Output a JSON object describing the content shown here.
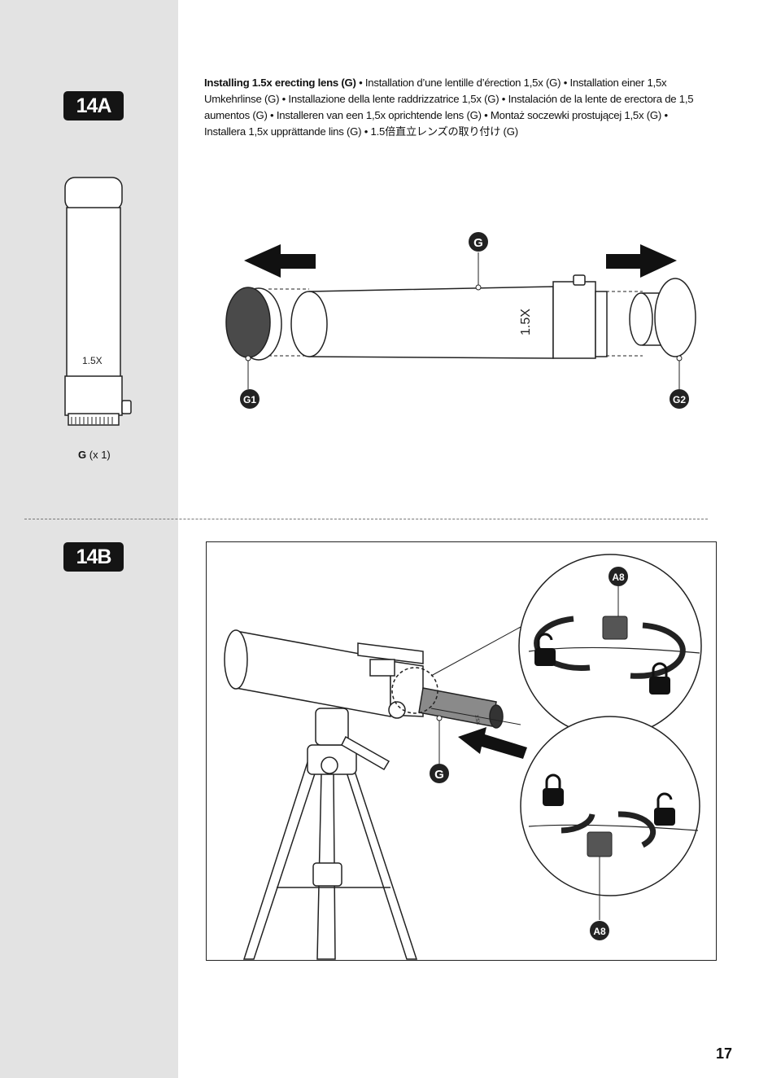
{
  "page_number": "17",
  "step_a": {
    "badge": "14A",
    "part": {
      "letter": "G",
      "count": "(x 1)",
      "tube_text": "1.5X"
    },
    "instruction_bold": "Installing 1.5x erecting lens (G)",
    "instruction_rest": " • Installation d’une lentille d’érection 1,5x (G) • Installation einer 1,5x Umkehrlinse (G) • Installazione della lente raddrizzatrice 1,5x (G) • Instalación de la lente de erectora de 1,5 aumentos (G) • Installeren van een 1,5x oprichtende lens (G) • Montaż soczewki prostującej 1,5x (G) • Installera 1,5x upprättande lins (G) • 1.5倍直立レンズの取り付け (G)",
    "callouts": {
      "lens": "G",
      "front_cap": "G1",
      "rear_cap": "G2"
    },
    "lens_text": "1.5X"
  },
  "step_b": {
    "badge": "14B",
    "callouts": {
      "lens": "G",
      "thumbscrew_top": "A8",
      "thumbscrew_bottom": "A8"
    },
    "lens_text": "1.5X"
  },
  "icons": [
    "arrow-left-icon",
    "arrow-right-icon",
    "lock-icon",
    "unlock-icon",
    "rotate-arrow-icon",
    "insert-arrow-icon"
  ]
}
